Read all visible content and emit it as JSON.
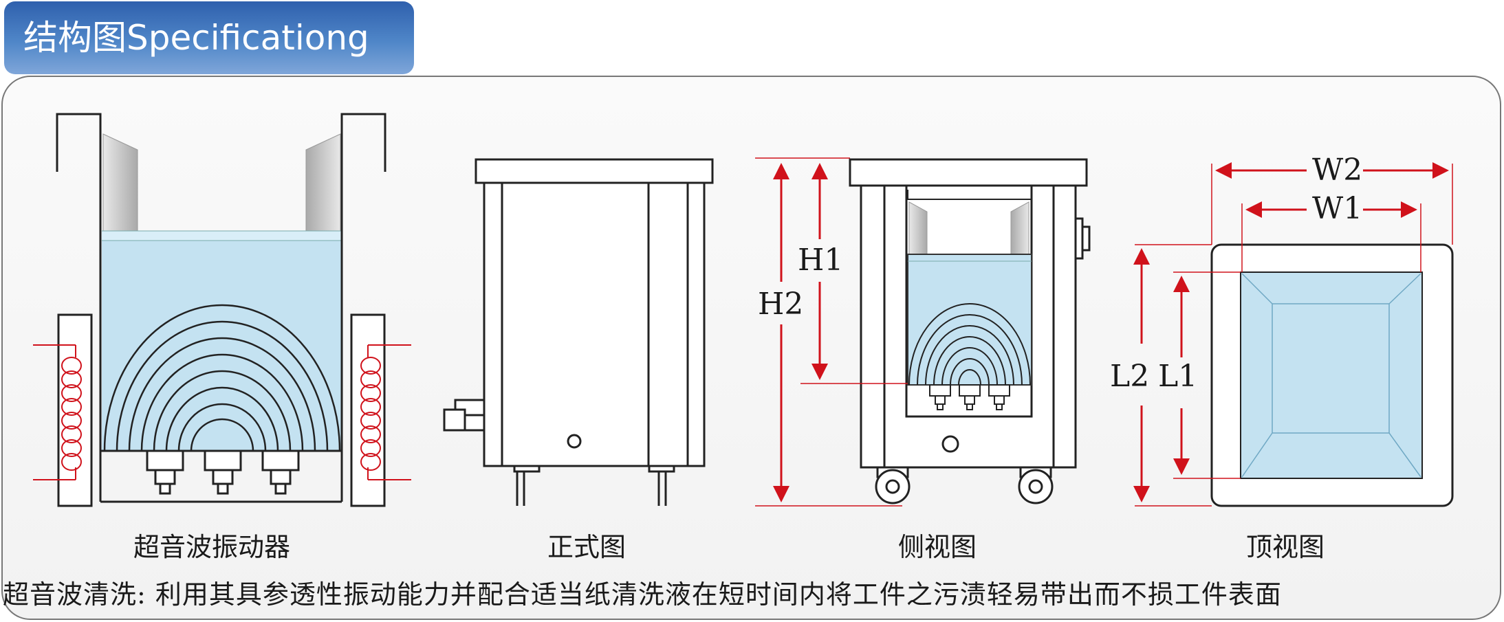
{
  "header": {
    "title": "结构图Specificationg"
  },
  "captions": {
    "ultrasonic": "超音波振动器",
    "front": "正式图",
    "side": "侧视图",
    "top": "顶视图"
  },
  "dimensions": {
    "h1": "H1",
    "h2": "H2",
    "l1": "L1",
    "l2": "L2",
    "w1": "W1",
    "w2": "W2"
  },
  "description": "超音波清洗:  利用其具参透性振动能力并配合适当纸清洗液在短时间内将工件之污渍轻易带出而不损工件表面",
  "colors": {
    "header": "#3f72bb",
    "water": "#bde0f0",
    "dimension_arrow": "#d0121b",
    "coil": "#d0121b"
  }
}
